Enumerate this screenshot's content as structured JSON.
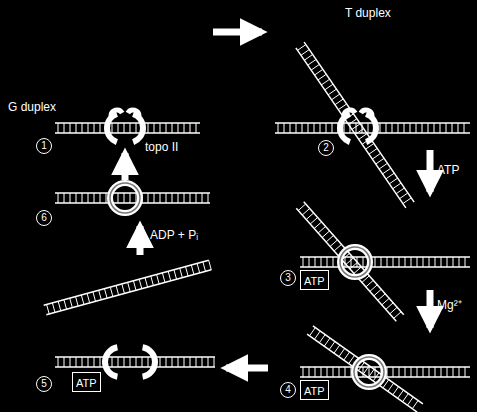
{
  "diagram": {
    "nodes": [
      {
        "text": [
          "ATP"
        ]
      },
      {
        "text": [
          "ATP"
        ]
      },
      {
        "text": [
          "ATP"
        ]
      }
    ],
    "labels": [
      "G duplex",
      "topo II",
      "1",
      "T duplex",
      "2",
      "ATP",
      "3",
      "Mg²⁺",
      "4",
      "5",
      "ADP + Pᵢ",
      "6"
    ]
  }
}
